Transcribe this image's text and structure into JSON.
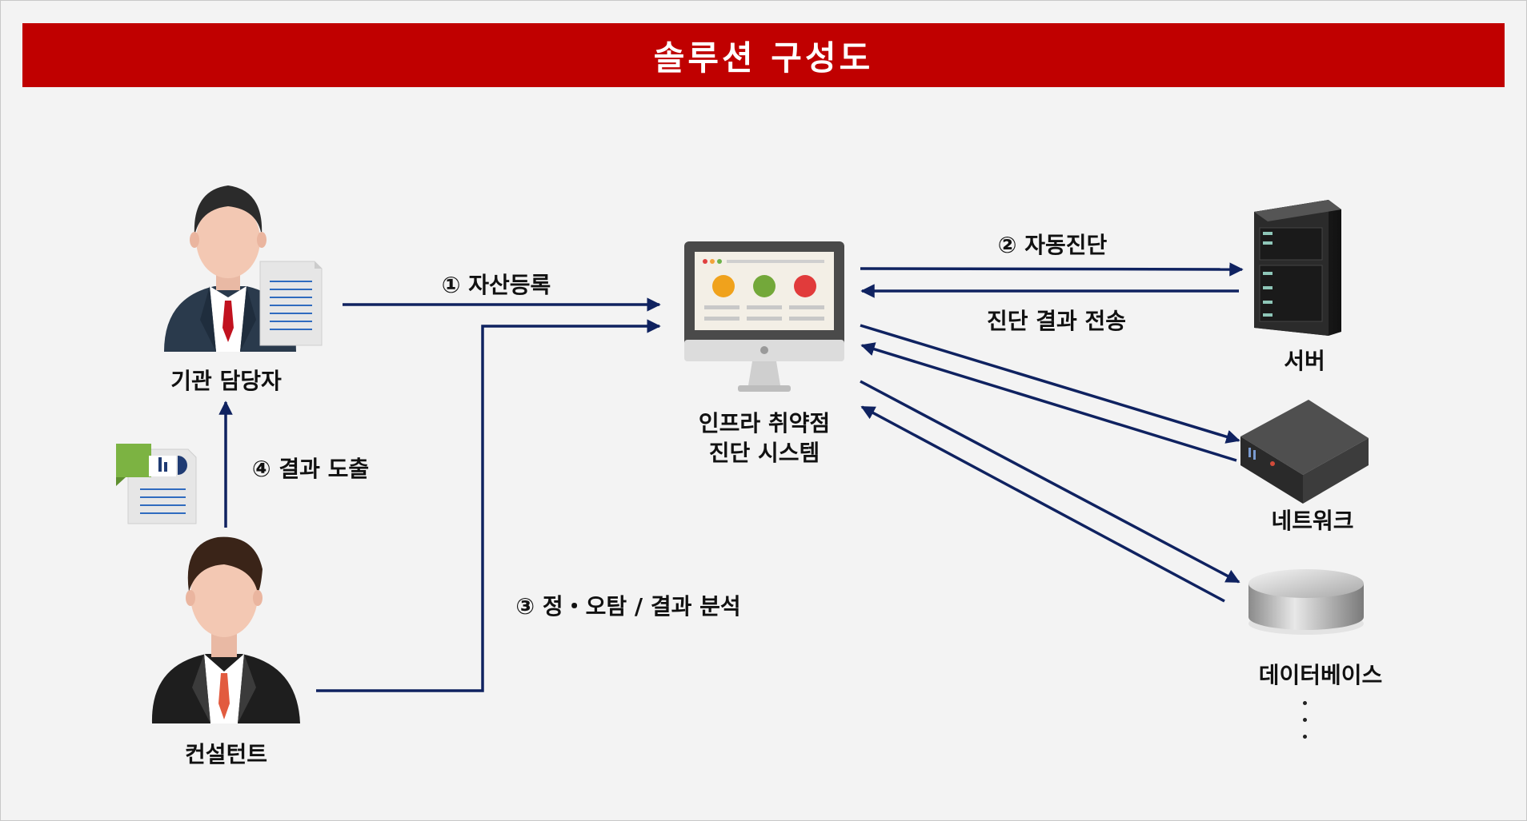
{
  "title": "솔루션 구성도",
  "actors": {
    "manager": "기관 담당자",
    "consultant": "컨설턴트"
  },
  "system": {
    "line1": "인프라 취약점",
    "line2": "진단 시스템"
  },
  "targets": {
    "server": "서버",
    "network": "네트워크",
    "database": "데이터베이스"
  },
  "steps": {
    "step1": "① 자산등록",
    "step2": "② 자동진단",
    "step2_return": "진단 결과 전송",
    "step3": "③ 정・오탐 / 결과 분석",
    "step4": "④ 결과 도출"
  },
  "colors": {
    "accent": "#c00000",
    "arrow": "#0f2260"
  }
}
